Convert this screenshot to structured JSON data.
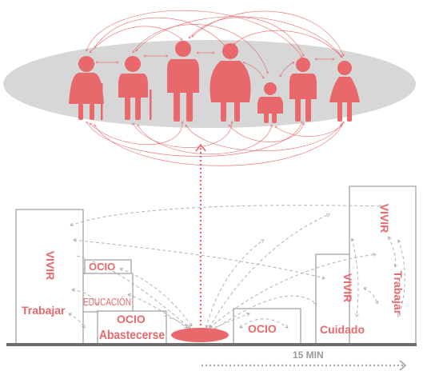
{
  "colors": {
    "accent": "#e8686b",
    "ellipse": "#d7d7d7",
    "building_stroke": "#8a8a8a",
    "ground": "#6d6d6d",
    "dashed_gray": "#b3b3b3",
    "scale_arrow": "#9a9a9a"
  },
  "people": [
    {
      "icon": "elderly-woman-with-cane-icon"
    },
    {
      "icon": "elderly-man-with-cane-icon"
    },
    {
      "icon": "man-icon"
    },
    {
      "icon": "pregnant-woman-icon"
    },
    {
      "icon": "child-icon"
    },
    {
      "icon": "young-man-icon"
    },
    {
      "icon": "girl-icon"
    }
  ],
  "labels": {
    "vivir_left": "VIVIR",
    "trabajar_left": "Trabajar",
    "ocio_small": "OCIO",
    "educacion": "EDUCACIÓN",
    "ocio_center": "OCIO",
    "abastecerse": "Abastecerse",
    "ocio_right": "OCIO",
    "vivir_mid_right": "VIVIR",
    "cuidado": "Cuidado",
    "vivir_far_right": "VIVIR",
    "trabajar_right": "Trabajar"
  },
  "scale": {
    "label": "15 MIN"
  }
}
